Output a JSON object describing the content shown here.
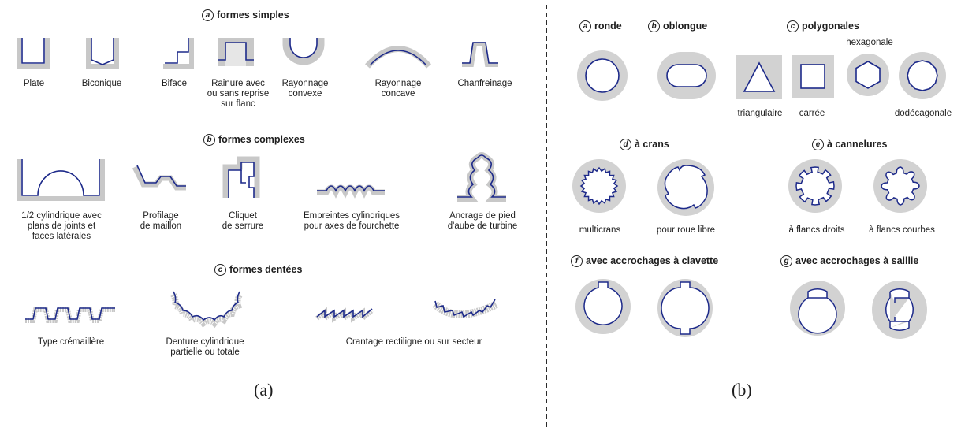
{
  "panel_a": {
    "caption": "(a)",
    "simple": {
      "letter": "a",
      "title": "formes simples",
      "items": [
        "Plate",
        "Biconique",
        "Biface",
        "Rainure avec\nou sans reprise\nsur flanc",
        "Rayonnage\nconvexe",
        "Rayonnage\nconcave",
        "Chanfreinage"
      ]
    },
    "complex": {
      "letter": "b",
      "title": "formes complexes",
      "items": [
        "1/2 cylindrique avec\nplans de joints et\nfaces latérales",
        "Profilage\nde maillon",
        "Cliquet\nde serrure",
        "Empreintes cylindriques\npour axes de fourchette",
        "Ancrage de pied\nd'aube de turbine"
      ]
    },
    "toothed": {
      "letter": "c",
      "title": "formes dentées",
      "items": [
        "Type crémaillère",
        "Denture cylindrique\npartielle ou totale",
        "Crantage rectiligne ou sur secteur"
      ]
    }
  },
  "panel_b": {
    "caption": "(b)",
    "ronde": {
      "letter": "a",
      "title": "ronde"
    },
    "oblongue": {
      "letter": "b",
      "title": "oblongue"
    },
    "polygonales": {
      "letter": "c",
      "title": "polygonales",
      "labels": [
        "triangulaire",
        "carrée",
        "hexagonale",
        "dodécagonale"
      ]
    },
    "crans": {
      "letter": "d",
      "title": "à crans",
      "labels": [
        "multicrans",
        "pour roue libre"
      ]
    },
    "cannelures": {
      "letter": "e",
      "title": "à cannelures",
      "labels": [
        "à flancs droits",
        "à flancs courbes"
      ]
    },
    "clavette": {
      "letter": "f",
      "title": "avec accrochages à clavette"
    },
    "saillie": {
      "letter": "g",
      "title": "avec accrochages à saillie"
    }
  },
  "colors": {
    "line": "#1d2a8a",
    "shade": "#c8c8c8",
    "text": "#1e1e1e"
  }
}
